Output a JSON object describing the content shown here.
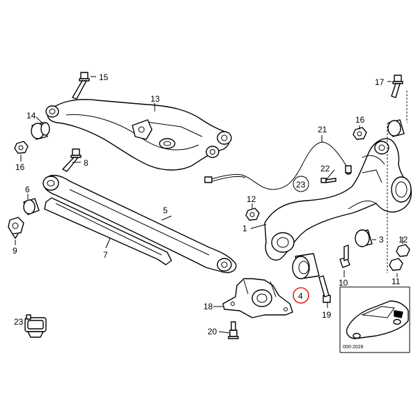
{
  "accent_color": "#e0201c",
  "highlighted_part": "4",
  "callouts": {
    "c1": "1",
    "c3": "3",
    "c4": "4",
    "c5": "5",
    "c6": "6",
    "c7": "7",
    "c8": "8",
    "c9": "9",
    "c10": "10",
    "c11": "11",
    "c12a": "12",
    "c12b": "12",
    "c13": "13",
    "c14": "14",
    "c15": "15",
    "c16a": "16",
    "c16b": "16",
    "c17": "17",
    "c18": "18",
    "c19": "19",
    "c20": "20",
    "c21": "21",
    "c22": "22",
    "c23a": "23",
    "c23b": "23"
  },
  "inset": {
    "code": "000-2028"
  }
}
